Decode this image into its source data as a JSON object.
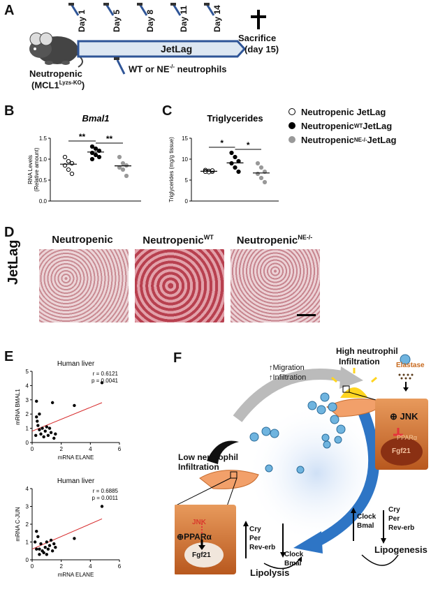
{
  "panelA": {
    "label": "A",
    "days": [
      "Day 1",
      "Day 5",
      "Day 8",
      "Day 11",
      "Day 14"
    ],
    "bar_label": "JetLag",
    "sacrifice": "Sacrifice",
    "sacrifice_day": "(day 15)",
    "injection": "WT or NE",
    "injection_sup": "-/-",
    "injection_tail": " neutrophils",
    "mouse_label": "Neutropenic",
    "mouse_sub_pre": "(MCL1",
    "mouse_sub_sup": "Lyzs-KO",
    "mouse_sub_post": ")"
  },
  "legend": {
    "items": [
      {
        "pre": "Neutropenic JetLag",
        "sup": "",
        "post": "",
        "color": "#ffffff",
        "stroke": "#000000"
      },
      {
        "pre": "Neutropenic",
        "sup": "WT",
        "post": " JetLag",
        "color": "#000000",
        "stroke": "#000000"
      },
      {
        "pre": "Neutropenic",
        "sup": "NE-/-",
        "post": " JetLag",
        "color": "#999999",
        "stroke": "#999999"
      }
    ]
  },
  "chart_data": [
    {
      "type": "scatter",
      "panel": "B",
      "title": "Bmal1",
      "ylabel": "RNA Levels",
      "ylabel2": "(Relative amount)",
      "ylim": [
        0.0,
        1.5
      ],
      "yticks": [
        "0.0",
        "0.5",
        "1.0",
        "1.5"
      ],
      "groups": [
        {
          "values": [
            1.05,
            0.95,
            0.9,
            0.85,
            0.75,
            0.65
          ],
          "mean": 0.88,
          "color": "#ffffff"
        },
        {
          "values": [
            1.3,
            1.25,
            1.2,
            1.15,
            1.1,
            1.05,
            1.0
          ],
          "mean": 1.17,
          "color": "#000000"
        },
        {
          "values": [
            1.05,
            0.9,
            0.85,
            0.8,
            0.75,
            0.6
          ],
          "mean": 0.84,
          "color": "#999999"
        }
      ],
      "significance": [
        "**",
        "**"
      ]
    },
    {
      "type": "scatter",
      "panel": "C",
      "title": "Triglycerides",
      "ylabel": "Triglycerides (mg/g tissue)",
      "ylim": [
        0,
        15
      ],
      "yticks": [
        "0",
        "5",
        "10",
        "15"
      ],
      "groups": [
        {
          "values": [
            7.4,
            7.2,
            7.0,
            7.1,
            6.9,
            7.3,
            7.0
          ],
          "mean": 7.1,
          "color": "#ffffff"
        },
        {
          "values": [
            11.5,
            10.5,
            9.5,
            9.0,
            8.0,
            7.0
          ],
          "mean": 9.1,
          "color": "#000000"
        },
        {
          "values": [
            9.0,
            8.0,
            7.0,
            6.5,
            5.5,
            4.5
          ],
          "mean": 6.7,
          "color": "#999999"
        }
      ],
      "significance": [
        "*",
        "*"
      ]
    },
    {
      "type": "scatter",
      "panel": "E1",
      "title": "Human liver",
      "xlabel": "mRNA ELANE",
      "ylabel": "mRNA BMAL1",
      "xlim": [
        0,
        6
      ],
      "ylim": [
        0,
        5
      ],
      "xticks": [
        "0",
        "2",
        "4",
        "6"
      ],
      "yticks": [
        "0",
        "1",
        "2",
        "3",
        "4",
        "5"
      ],
      "r": "r = 0.6121",
      "p": "p = 0.0041",
      "points": [
        [
          0.3,
          1.8
        ],
        [
          0.35,
          1.5
        ],
        [
          0.4,
          1.2
        ],
        [
          0.5,
          0.9
        ],
        [
          0.5,
          2.0
        ],
        [
          0.6,
          0.6
        ],
        [
          0.7,
          1.0
        ],
        [
          0.8,
          0.4
        ],
        [
          0.9,
          0.8
        ],
        [
          1.0,
          1.1
        ],
        [
          1.1,
          0.5
        ],
        [
          1.2,
          1.0
        ],
        [
          1.3,
          0.7
        ],
        [
          1.4,
          2.8
        ],
        [
          1.5,
          0.3
        ],
        [
          1.6,
          0.6
        ],
        [
          0.3,
          2.9
        ],
        [
          2.9,
          2.6
        ],
        [
          4.8,
          4.2
        ],
        [
          0.25,
          0.5
        ]
      ],
      "fit": [
        [
          0,
          0.8
        ],
        [
          4.8,
          2.8
        ]
      ]
    },
    {
      "type": "scatter",
      "panel": "E2",
      "title": "Human liver",
      "xlabel": "mRNA ELANE",
      "ylabel": "mRNA C-JUN",
      "xlim": [
        0,
        6
      ],
      "ylim": [
        0,
        4
      ],
      "xticks": [
        "0",
        "2",
        "4",
        "6"
      ],
      "yticks": [
        "0",
        "1",
        "2",
        "3",
        "4"
      ],
      "r": "r = 0.6885",
      "p": "p = 0.0011",
      "points": [
        [
          0.2,
          1.0
        ],
        [
          0.3,
          0.6
        ],
        [
          0.4,
          1.3
        ],
        [
          0.5,
          0.3
        ],
        [
          0.6,
          0.9
        ],
        [
          0.7,
          0.5
        ],
        [
          0.8,
          0.4
        ],
        [
          0.9,
          0.7
        ],
        [
          1.0,
          1.0
        ],
        [
          1.1,
          0.6
        ],
        [
          1.2,
          0.8
        ],
        [
          1.3,
          1.1
        ],
        [
          1.4,
          0.5
        ],
        [
          1.5,
          0.9
        ],
        [
          1.6,
          0.7
        ],
        [
          0.3,
          1.6
        ],
        [
          2.9,
          1.2
        ],
        [
          4.8,
          3.0
        ],
        [
          0.5,
          0.6
        ],
        [
          1.0,
          0.3
        ]
      ],
      "fit": [
        [
          0,
          0.6
        ],
        [
          4.8,
          2.3
        ]
      ]
    }
  ],
  "panelD": {
    "label": "D",
    "row_label": "JetLag",
    "cols": [
      {
        "pre": "Neutropenic",
        "sup": ""
      },
      {
        "pre": "Neutropenic",
        "sup": "WT"
      },
      {
        "pre": "Neutropenic",
        "sup": "NE-/-"
      }
    ]
  },
  "panelF": {
    "label": "F",
    "high": "High neutrophil",
    "high2": "Infiltration",
    "migration": "↑Migration",
    "infiltration": "↑Infiltration",
    "elastase": "Elastase",
    "low": "Low neutrophil",
    "low2": "Infiltration",
    "jnk_right": "JNK",
    "ppar_right": "PPARα",
    "fgf_right": "Fgf21",
    "up_right": [
      "Clock",
      "Bmal"
    ],
    "down_right": [
      "Cry",
      "Per",
      "Rev-erb"
    ],
    "lipogenesis": "Lipogenesis",
    "jnk_left": "JNK",
    "ppar_left": "PPARα",
    "fgf_left": "Fgf21",
    "up_left": [
      "Cry",
      "Per",
      "Rev-erb"
    ],
    "down_left": [
      "Clock",
      "Bmal"
    ],
    "lipolysis": "Lipolysis"
  },
  "panelE": {
    "label": "E"
  }
}
